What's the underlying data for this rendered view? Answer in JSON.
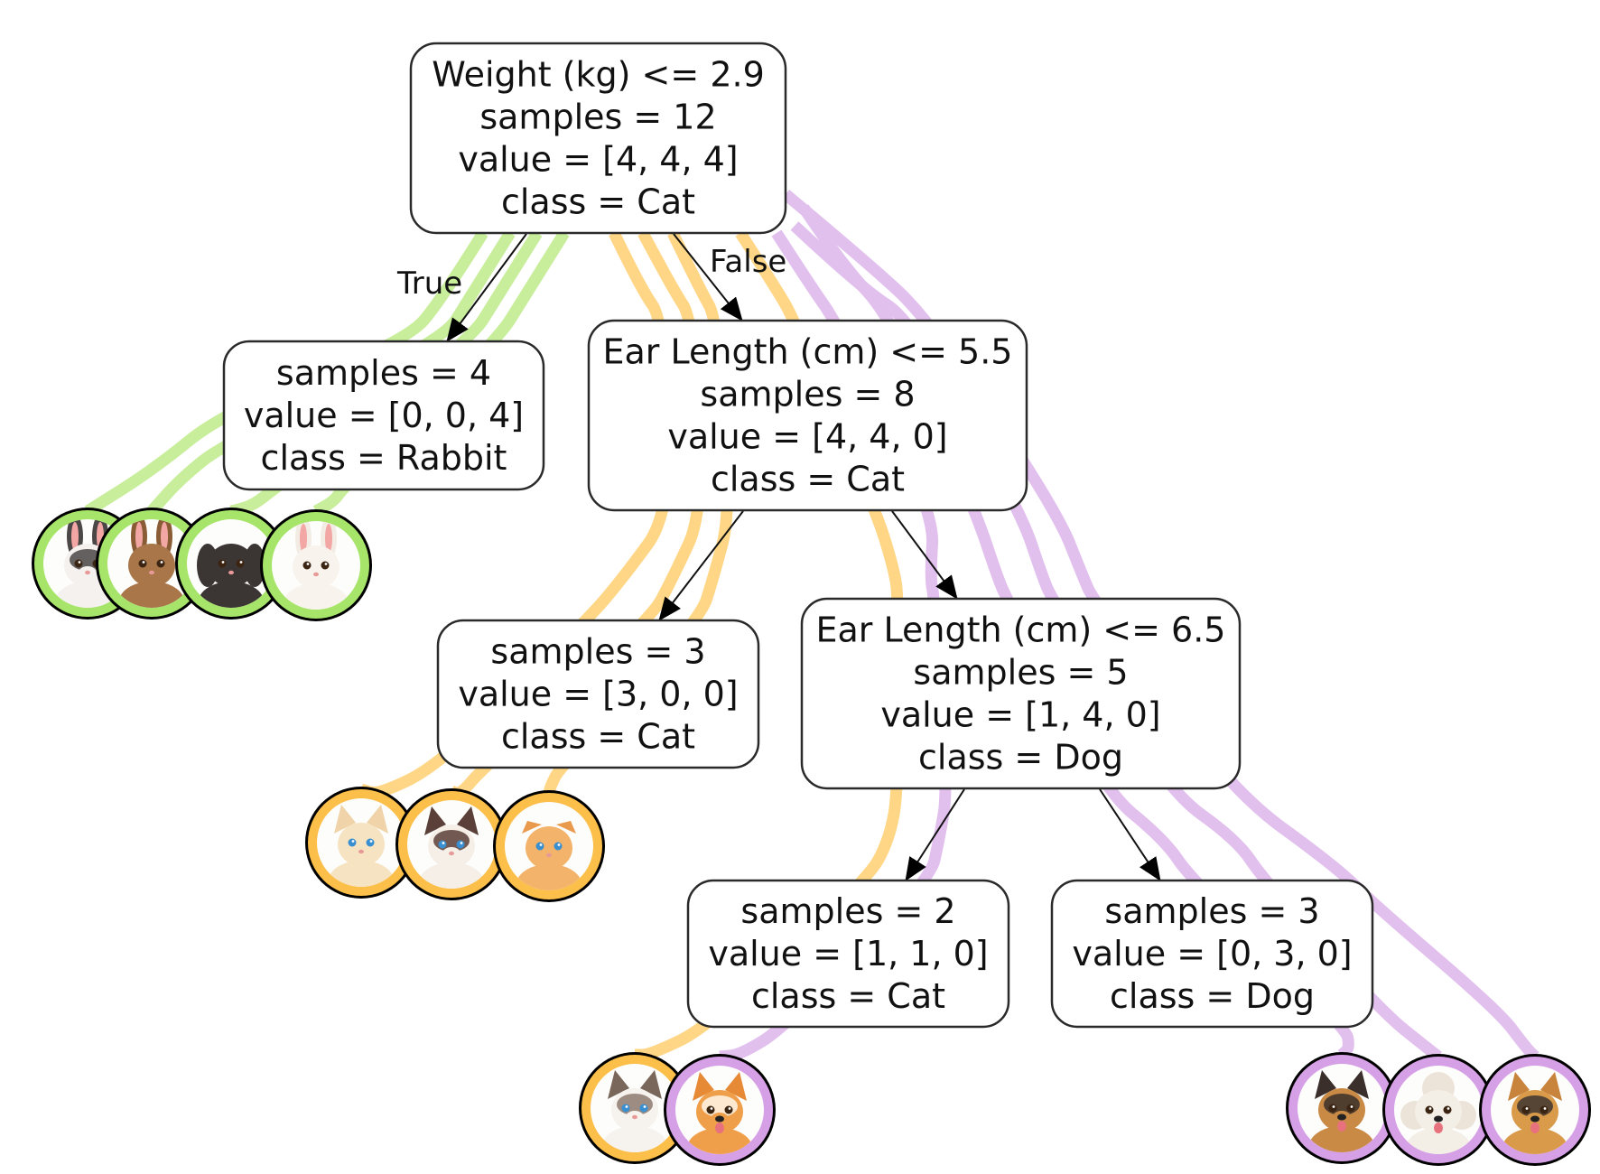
{
  "title": "Decision tree classifying Cat / Dog / Rabbit with sample images",
  "class_names": [
    "Cat",
    "Dog",
    "Rabbit"
  ],
  "class_colors": {
    "Cat": {
      "ribbon": "#fed686",
      "ring": "#fbbf4a"
    },
    "Dog": {
      "ribbon": "#e2c0ee",
      "ring": "#d6a0e6"
    },
    "Rabbit": {
      "ribbon": "#c8ee9c",
      "ring": "#a6e46a"
    }
  },
  "edge_labels": {
    "true_label": "True",
    "false_label": "False"
  },
  "nodes": [
    {
      "id": "root",
      "lines": [
        "Weight (kg) <= 2.9",
        "samples = 12",
        "value = [4, 4, 4]",
        "class = Cat"
      ]
    },
    {
      "id": "rabbit_leaf",
      "lines": [
        "samples = 4",
        "value = [0, 0, 4]",
        "class = Rabbit"
      ]
    },
    {
      "id": "ear55",
      "lines": [
        "Ear Length (cm) <= 5.5",
        "samples = 8",
        "value = [4, 4, 0]",
        "class = Cat"
      ]
    },
    {
      "id": "cat_leaf",
      "lines": [
        "samples = 3",
        "value = [3, 0, 0]",
        "class = Cat"
      ]
    },
    {
      "id": "ear65",
      "lines": [
        "Ear Length (cm) <= 6.5",
        "samples = 5",
        "value = [1, 4, 0]",
        "class = Dog"
      ]
    },
    {
      "id": "mixed_leaf",
      "lines": [
        "samples = 2",
        "value = [1, 1, 0]",
        "class = Cat"
      ]
    },
    {
      "id": "dog_leaf",
      "lines": [
        "samples = 3",
        "value = [0, 3, 0]",
        "class = Dog"
      ]
    }
  ],
  "edges": [
    {
      "from": "root",
      "to": "rabbit_leaf",
      "label": "True"
    },
    {
      "from": "root",
      "to": "ear55",
      "label": "False"
    },
    {
      "from": "ear55",
      "to": "cat_leaf"
    },
    {
      "from": "ear55",
      "to": "ear65"
    },
    {
      "from": "ear65",
      "to": "mixed_leaf"
    },
    {
      "from": "ear65",
      "to": "dog_leaf"
    }
  ],
  "samples": [
    {
      "name": "rabbit-dutch",
      "class": "Rabbit",
      "leaf": "rabbit_leaf"
    },
    {
      "name": "rabbit-brown",
      "class": "Rabbit",
      "leaf": "rabbit_leaf"
    },
    {
      "name": "rabbit-black-lop",
      "class": "Rabbit",
      "leaf": "rabbit_leaf"
    },
    {
      "name": "rabbit-white",
      "class": "Rabbit",
      "leaf": "rabbit_leaf"
    },
    {
      "name": "cat-cream-longhair",
      "class": "Cat",
      "leaf": "cat_leaf"
    },
    {
      "name": "cat-siamese",
      "class": "Cat",
      "leaf": "cat_leaf"
    },
    {
      "name": "cat-orange-fold",
      "class": "Cat",
      "leaf": "cat_leaf"
    },
    {
      "name": "cat-ragdoll",
      "class": "Cat",
      "leaf": "mixed_leaf"
    },
    {
      "name": "dog-corgi",
      "class": "Dog",
      "leaf": "mixed_leaf"
    },
    {
      "name": "dog-german-shepherd",
      "class": "Dog",
      "leaf": "dog_leaf"
    },
    {
      "name": "dog-poodle",
      "class": "Dog",
      "leaf": "dog_leaf"
    },
    {
      "name": "dog-yorkie",
      "class": "Dog",
      "leaf": "dog_leaf"
    }
  ]
}
